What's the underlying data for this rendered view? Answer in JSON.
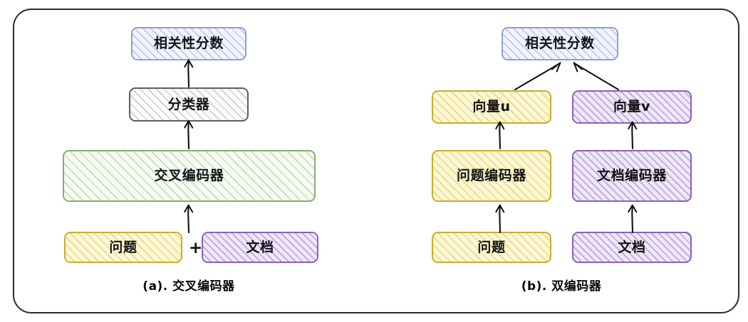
{
  "figure": {
    "panels": [
      {
        "id": "panel-a",
        "caption": "(a). 交叉编码器",
        "nodes": [
          {
            "key": "score",
            "label": "相关性分数",
            "color": "#8e9fd4",
            "color_name": "blue"
          },
          {
            "key": "classifier",
            "label": "分类器",
            "color": "#5e5e5e",
            "color_name": "gray"
          },
          {
            "key": "encoder",
            "label": "交叉编码器",
            "color": "#86b06a",
            "color_name": "green"
          },
          {
            "key": "question",
            "label": "问题",
            "color": "#c9ac2e",
            "color_name": "yellow"
          },
          {
            "key": "document",
            "label": "文档",
            "color": "#8a62b5",
            "color_name": "purple"
          }
        ],
        "operator": "+"
      },
      {
        "id": "panel-b",
        "caption": "(b). 双编码器",
        "nodes": [
          {
            "key": "score",
            "label": "相关性分数",
            "color": "#8e9fd4",
            "color_name": "blue"
          },
          {
            "key": "vector-u",
            "label": "向量u",
            "color": "#c9ac2e",
            "color_name": "yellow"
          },
          {
            "key": "vector-v",
            "label": "向量v",
            "color": "#8a62b5",
            "color_name": "purple"
          },
          {
            "key": "q-encoder",
            "label": "问题编码器",
            "color": "#c9ac2e",
            "color_name": "yellow"
          },
          {
            "key": "d-encoder",
            "label": "文档编码器",
            "color": "#8a62b5",
            "color_name": "purple"
          },
          {
            "key": "question",
            "label": "问题",
            "color": "#c9ac2e",
            "color_name": "yellow"
          },
          {
            "key": "document",
            "label": "文档",
            "color": "#8a62b5",
            "color_name": "purple"
          }
        ]
      }
    ],
    "frame_color": "#2b2b2b",
    "arrow_color": "#111111",
    "background": "#ffffff"
  }
}
